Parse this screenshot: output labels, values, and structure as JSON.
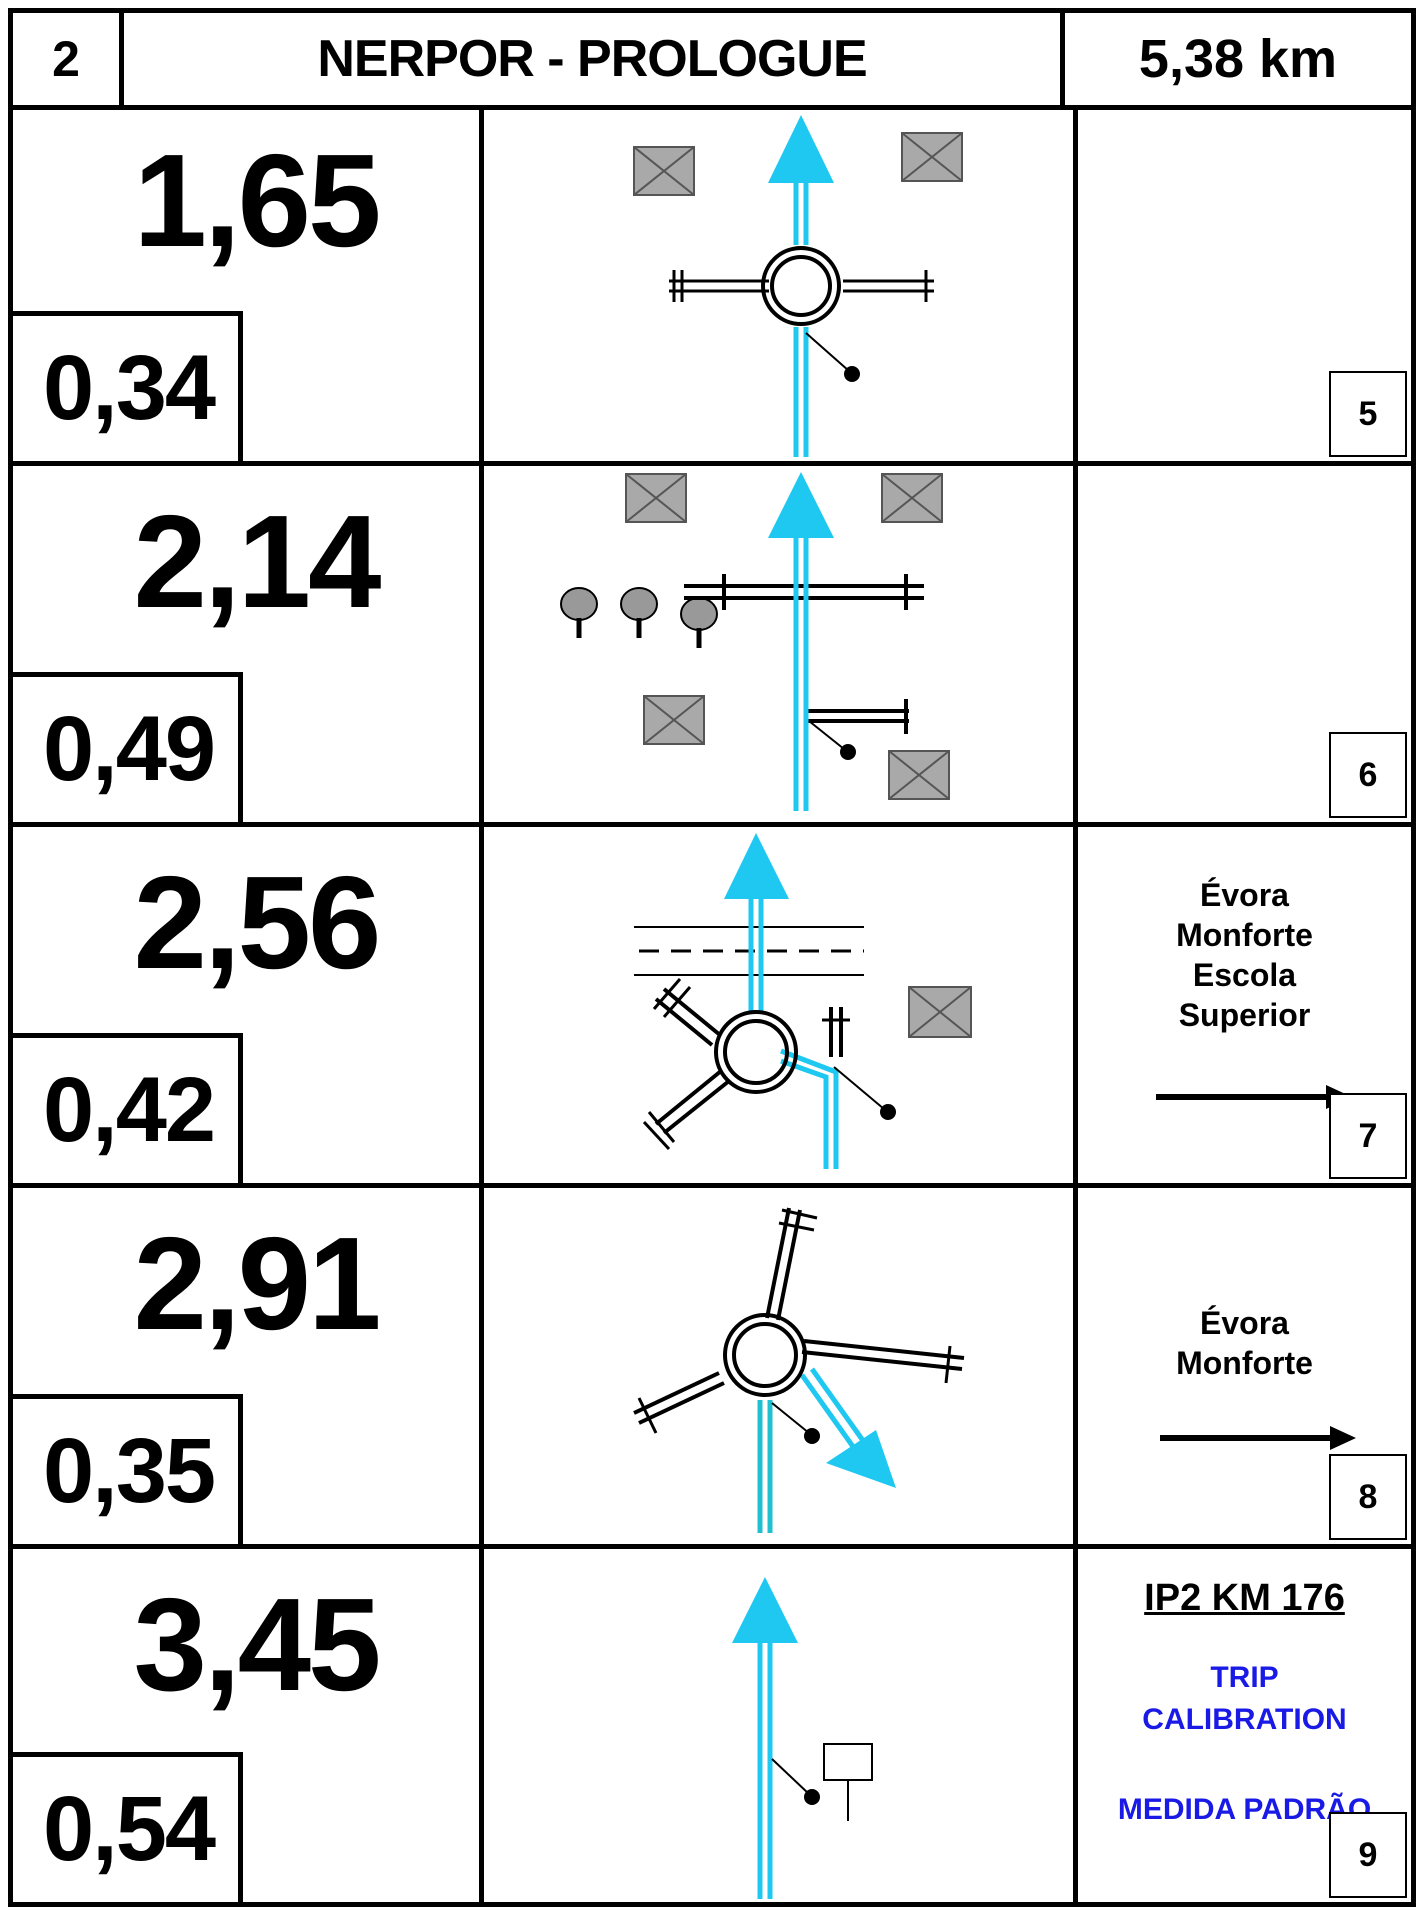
{
  "header": {
    "stage_number": "2",
    "title": "NERPOR - PROLOGUE",
    "distance": "5,38 km"
  },
  "rows": [
    {
      "total": "1,65",
      "partial": "0,34",
      "box": "5"
    },
    {
      "total": "2,14",
      "partial": "0,49",
      "box": "6"
    },
    {
      "total": "2,56",
      "partial": "0,42",
      "box": "7",
      "info": [
        "Évora",
        "Monforte",
        "Escola",
        "Superior"
      ]
    },
    {
      "total": "2,91",
      "partial": "0,35",
      "box": "8",
      "info": [
        "Évora",
        "Monforte"
      ]
    },
    {
      "total": "3,45",
      "partial": "0,54",
      "box": "9",
      "info_underlined": "IP2 KM 176",
      "info_blue": [
        "TRIP",
        "CALIBRATION",
        "MEDIDA PADRÃO"
      ]
    }
  ],
  "colors": {
    "route": "#1ec8f0",
    "building": "#a9a9a9",
    "blue_text": "#1a1ae6"
  }
}
